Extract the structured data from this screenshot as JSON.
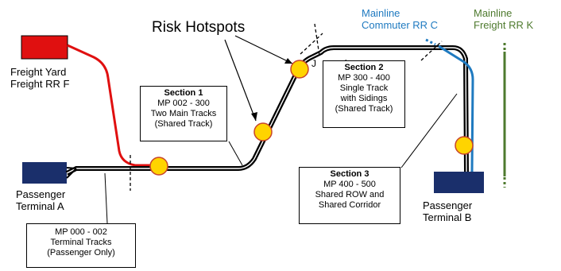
{
  "title": "Risk Hotspots",
  "colors": {
    "track": "#000000",
    "freight_f": "#e01010",
    "commuter_c": "#1f7ac0",
    "freight_k": "#4e7a2e",
    "terminal": "#1a2f6b",
    "hotspot": "#ffd400",
    "hotspot_ring": "#c8442a"
  },
  "places": {
    "freight_yard": [
      "Freight Yard",
      "Freight RR F"
    ],
    "terminal_a": [
      "Passenger",
      "Terminal A"
    ],
    "terminal_b": [
      "Passenger",
      "Terminal B"
    ],
    "mainline_c": [
      "Mainline",
      "Commuter RR C"
    ],
    "mainline_k": [
      "Mainline",
      "Freight RR K"
    ],
    "junction": "J"
  },
  "sections": {
    "s1": {
      "title": "Section 1",
      "lines": [
        "MP 002 - 300",
        "Two Main Tracks",
        "(Shared Track)"
      ]
    },
    "s2": {
      "title": "Section 2",
      "lines": [
        "MP 300 - 400",
        "Single Track",
        "with Sidings",
        "(Shared Track)"
      ]
    },
    "s3": {
      "title": "Section 3",
      "lines": [
        "MP 400 - 500",
        "Shared ROW and",
        "Shared Corridor"
      ]
    },
    "s0": {
      "lines": [
        "MP 000 - 002",
        "Terminal Tracks",
        "(Passenger Only)"
      ]
    }
  }
}
